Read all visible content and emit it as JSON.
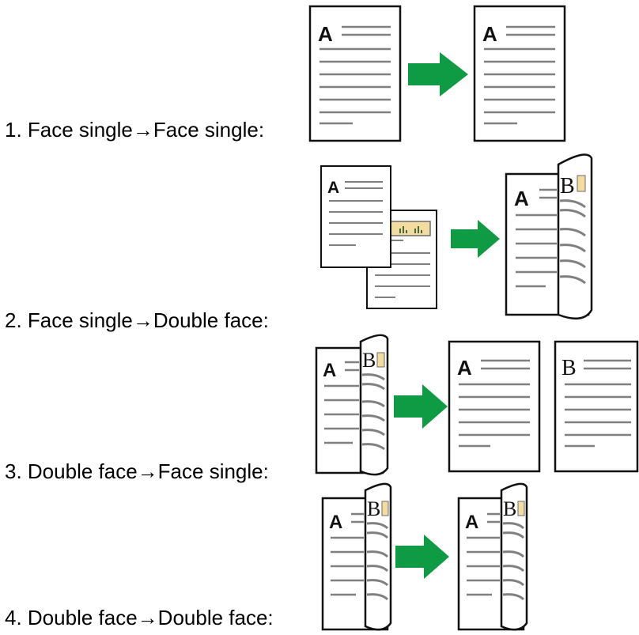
{
  "modes": [
    {
      "label": "1. Face single→Face single:"
    },
    {
      "label": "2. Face single→Double face:"
    },
    {
      "label": "3. Double face→Face single:"
    },
    {
      "label": "4. Double face→Double face:"
    }
  ],
  "page_glyphs": {
    "front": "A",
    "back": "B"
  },
  "colors": {
    "arrow": "#0f9a44",
    "page_border": "#111111",
    "text_line": "#808080",
    "chart_fill": "#f2dca0"
  }
}
